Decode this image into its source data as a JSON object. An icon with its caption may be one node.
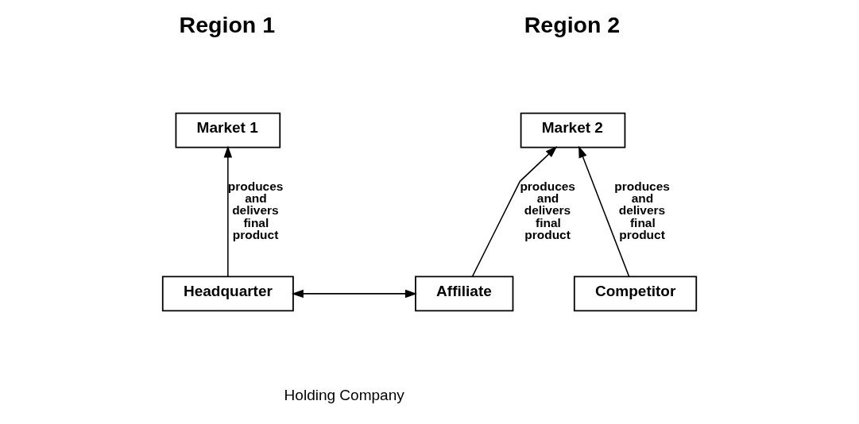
{
  "diagram": {
    "nodes": [
      {
        "text": [
          "Market 1"
        ]
      },
      {
        "text": [
          "Market 2"
        ]
      },
      {
        "text": [
          "Headquarter"
        ]
      },
      {
        "text": [
          "Affiliate"
        ]
      },
      {
        "text": [
          "Competitor"
        ]
      }
    ],
    "edges": [
      {
        "from": 2,
        "to": 0,
        "arrow": "to",
        "label": "produces and delivers final product"
      },
      {
        "from": 2,
        "to": 3,
        "arrow": "both"
      },
      {
        "from": 3,
        "to": 1,
        "arrow": "to",
        "label": "produces and delivers final product"
      },
      {
        "from": 4,
        "to": 1,
        "arrow": "to",
        "label": "produces and delivers final product"
      }
    ],
    "labels": [
      "Region 1",
      "Region 2",
      "Holding Company"
    ]
  }
}
